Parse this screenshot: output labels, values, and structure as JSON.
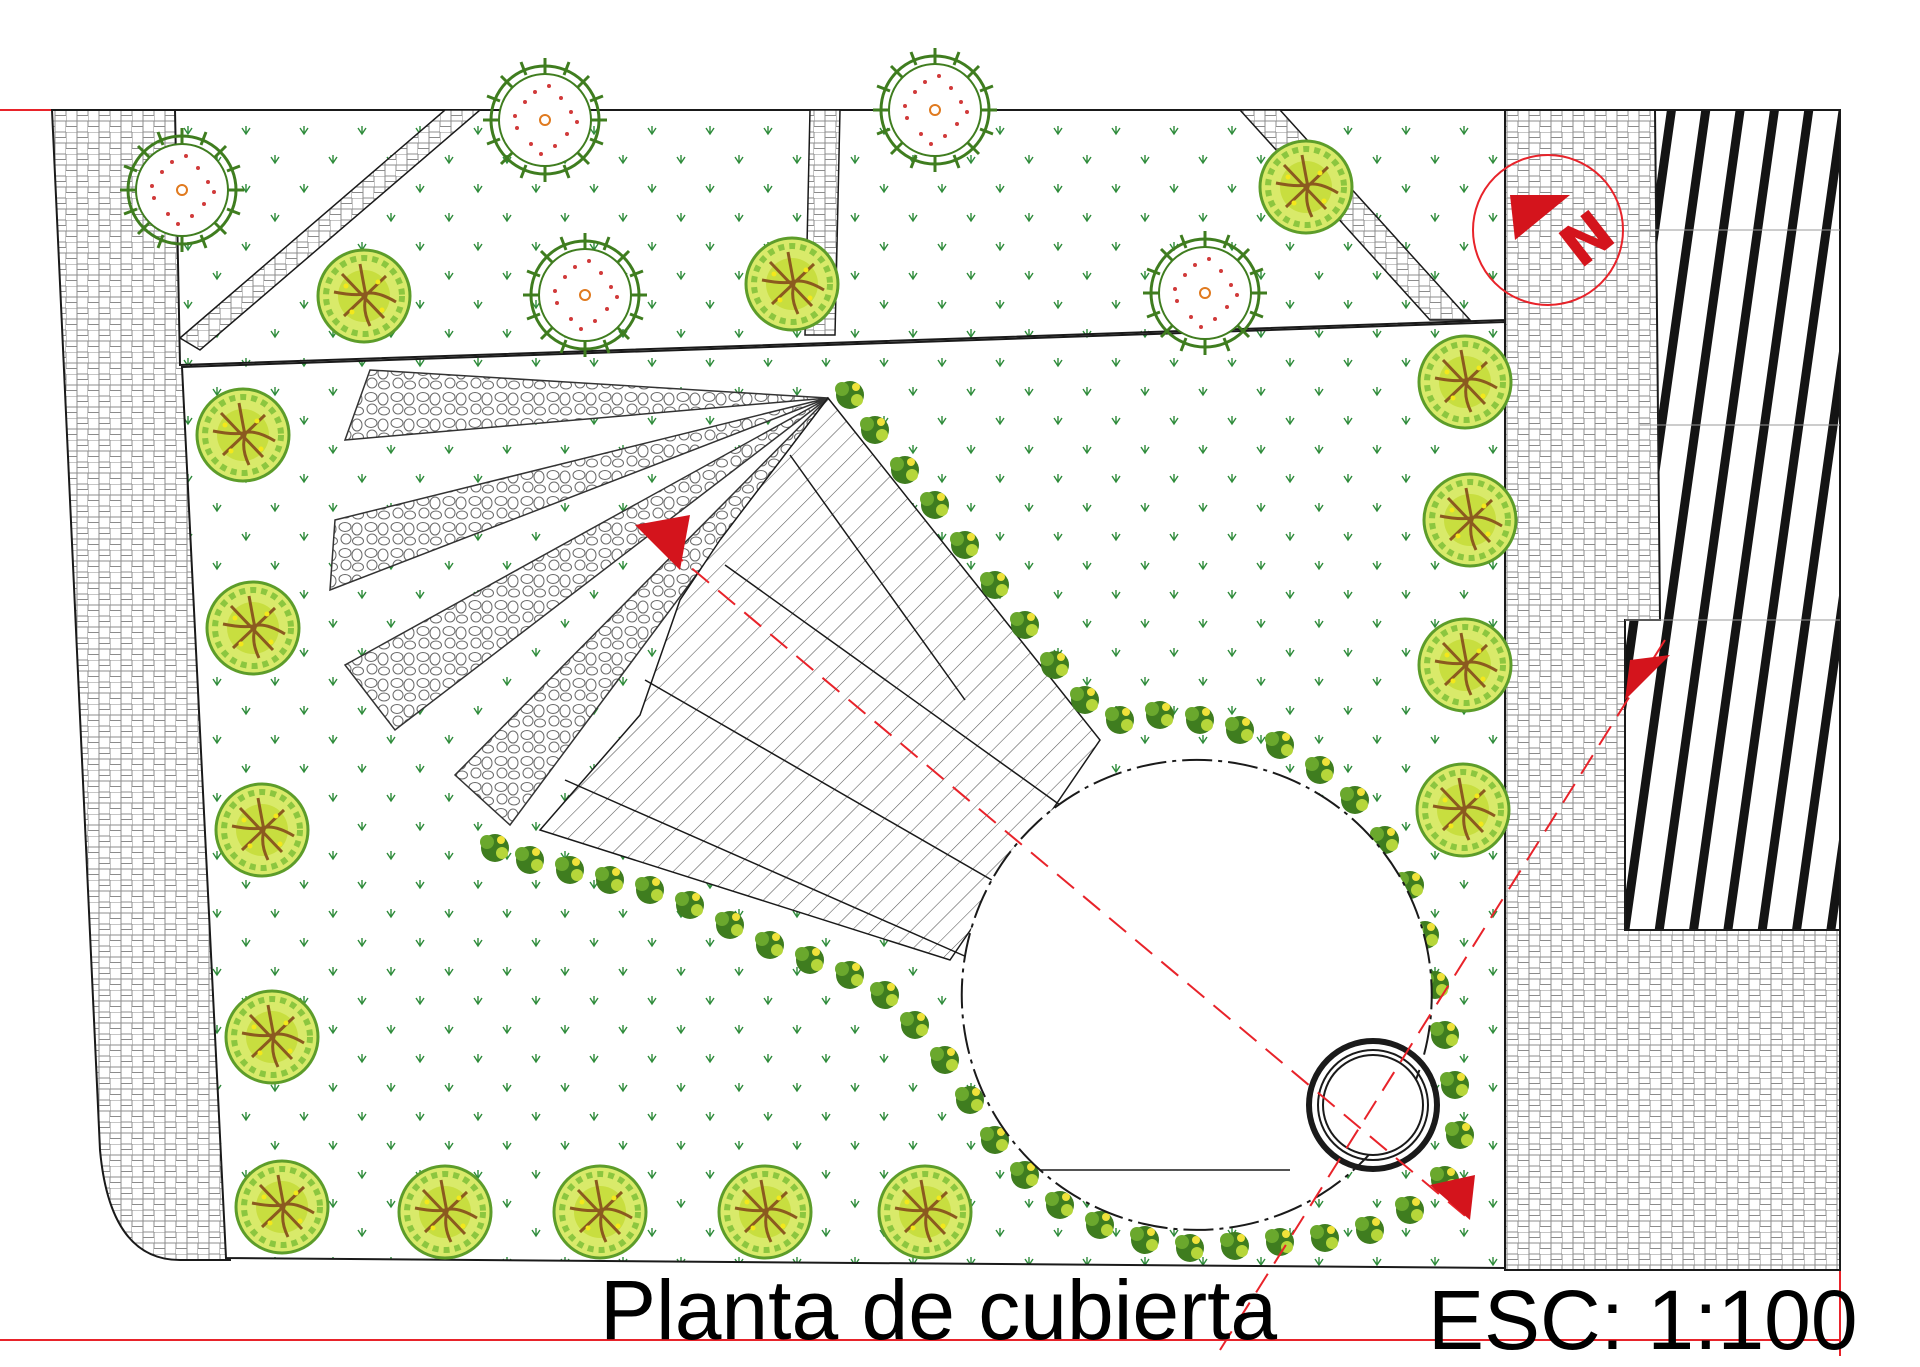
{
  "drawing": {
    "title": "Planta de cubierta",
    "scale": "ESC: 1:100",
    "north_letter": "N"
  },
  "colors": {
    "sheet_border": "#e8232a",
    "section_line": "#e8232a",
    "line_work": "#1a1a1a",
    "paving": "#888888",
    "grass_mark": "#2e8b3a",
    "shrub_dark": "#3f7d1f",
    "shrub_light": "#b6d63a",
    "tree_yellow_green": "#c8de3f",
    "tree_red_dots": "#d13a3a"
  },
  "icons": {
    "north_arrow": "north-arrow-icon",
    "section_marker": "section-arrow-icon"
  }
}
